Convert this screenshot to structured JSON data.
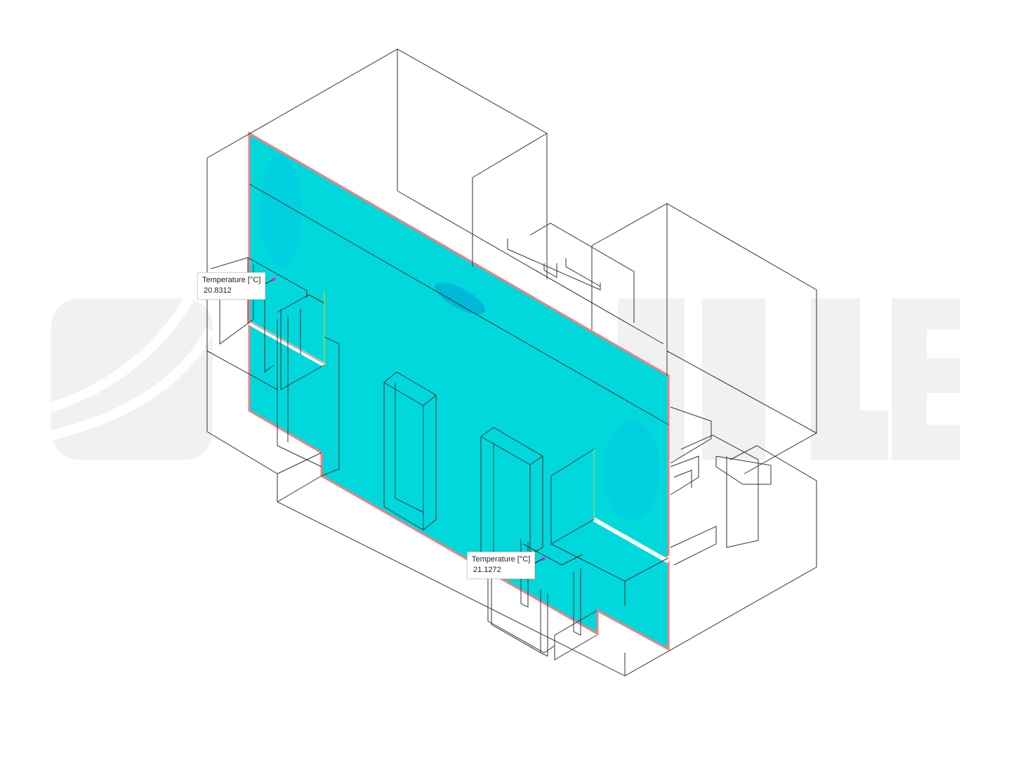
{
  "watermark": {
    "text": "SIMSCALE"
  },
  "colors": {
    "plane": "#00d8dc",
    "plane_dark": "#00b8d8",
    "outline": "#f08080",
    "wire": "#333333"
  },
  "probes": [
    {
      "label": "Temperature [°C]",
      "value": "20.8312"
    },
    {
      "label": "Temperature [°C]",
      "value": "21.1272"
    }
  ]
}
